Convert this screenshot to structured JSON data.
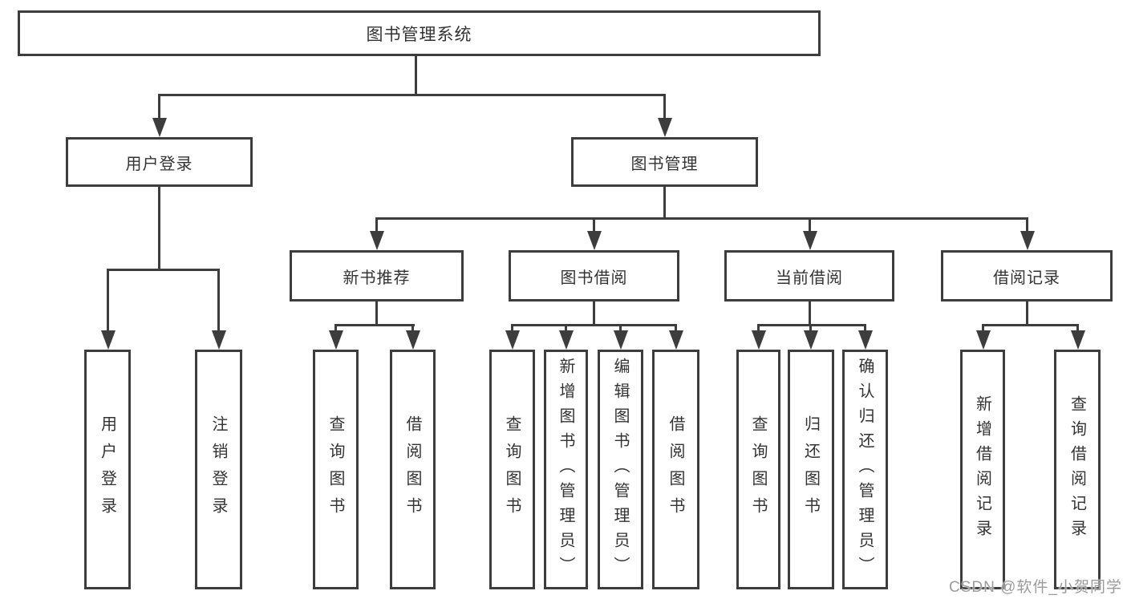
{
  "nodes": {
    "root": "图书管理系统",
    "user_login": "用户登录",
    "book_mgmt": "图书管理",
    "l3_0": "新书推荐",
    "l3_1": "图书借阅",
    "l3_2": "当前借阅",
    "l3_3": "借阅记录",
    "a1": "用户登录",
    "a2": "注销登录",
    "b1": "查询图书",
    "b2": "借阅图书",
    "c1": "查询图书",
    "c2": "新增图书（管理员）",
    "c3": "编辑图书（管理员）",
    "c4": "借阅图书",
    "d1": "查询图书",
    "d2": "归还图书",
    "d3": "确认归还（管理员）",
    "e1": "新增借阅记录",
    "e2": "查询借阅记录"
  },
  "watermark": "CSDN @软件_小贺同学",
  "colors": {
    "line": "#3d3d3d",
    "text": "#333333",
    "background": "#ffffff",
    "watermark": "#9b9b9b"
  }
}
